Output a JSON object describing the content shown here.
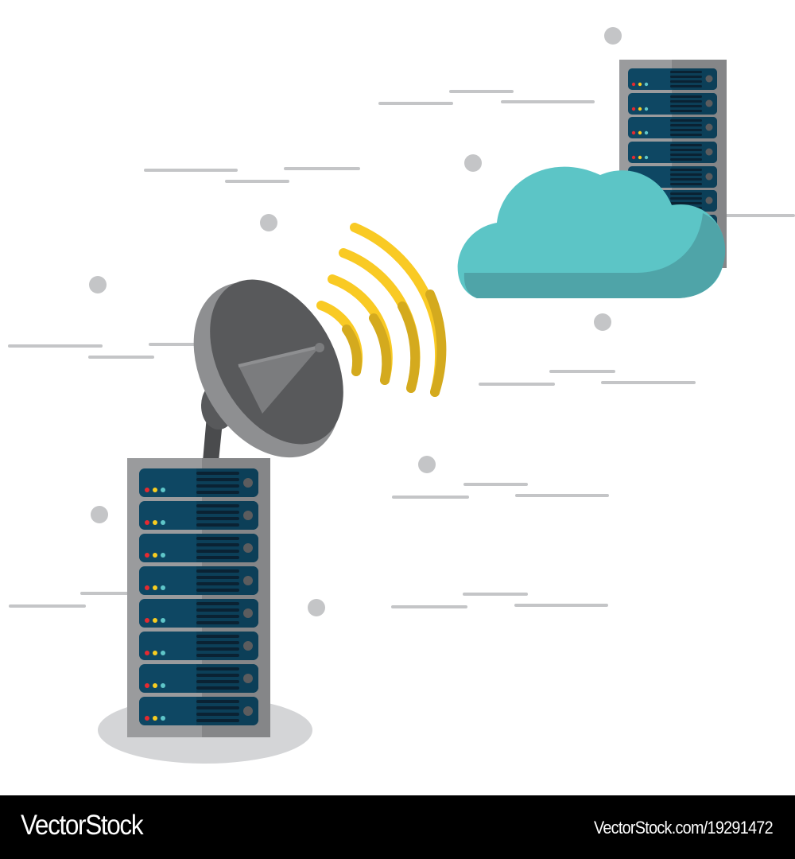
{
  "illustration": {
    "subject": "Satellite dish server rack transmitting signal to cloud server",
    "colors": {
      "background": "#ffffff",
      "rack_frame_light": "#9a9b9d",
      "rack_frame_dark": "#858688",
      "server_unit": "#0e4763",
      "vent_slots": "#0a2233",
      "led_red": "#e52a30",
      "led_yellow": "#f7cd20",
      "led_cyan": "#5fc6c9",
      "power_button": "#5b5c5e",
      "dish_dark": "#58595b",
      "dish_light": "#8e8f91",
      "signal_light": "#f9ca24",
      "signal_dark": "#d4aa1e",
      "cloud_light": "#5cc5c6",
      "cloud_dark": "#4fa4a8",
      "motion_lines": "#c4c5c7",
      "shadow": "#d4d5d7"
    },
    "left_rack_units": 8,
    "right_rack_units": 7,
    "signal_arcs": 4
  },
  "footer": {
    "brand": "VectorStock",
    "reference": "VectorStock.com/19291472"
  }
}
